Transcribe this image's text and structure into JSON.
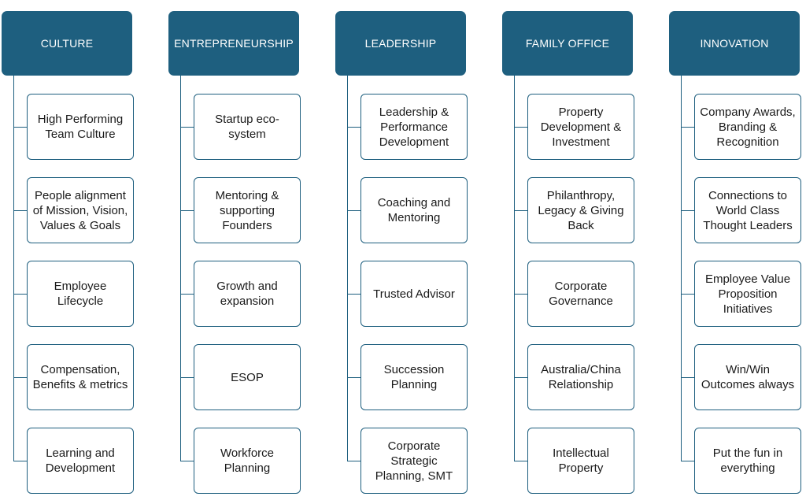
{
  "columns": [
    {
      "title": "CULTURE",
      "items": [
        "High Performing Team Culture",
        "People alignment of Mission, Vision, Values & Goals",
        "Employee Lifecycle",
        "Compensation, Benefits & metrics",
        "Learning and Development"
      ]
    },
    {
      "title": "ENTREPRENEURSHIP",
      "items": [
        "Startup eco-system",
        "Mentoring & supporting Founders",
        "Growth and expansion",
        "ESOP",
        "Workforce Planning"
      ]
    },
    {
      "title": "LEADERSHIP",
      "items": [
        "Leadership & Performance Development",
        "Coaching and Mentoring",
        "Trusted Advisor",
        "Succession Planning",
        "Corporate Strategic Planning, SMT"
      ]
    },
    {
      "title": "FAMILY OFFICE",
      "items": [
        "Property Development & Investment",
        "Philanthropy, Legacy & Giving Back",
        "Corporate Governance",
        "Australia/China Relationship",
        "Intellectual Property"
      ]
    },
    {
      "title": "INNOVATION",
      "items": [
        "Company Awards, Branding & Recognition",
        "Connections to World Class Thought Leaders",
        "Employee Value Proposition Initiatives",
        "Win/Win Outcomes always",
        "Put the fun in everything"
      ]
    }
  ]
}
